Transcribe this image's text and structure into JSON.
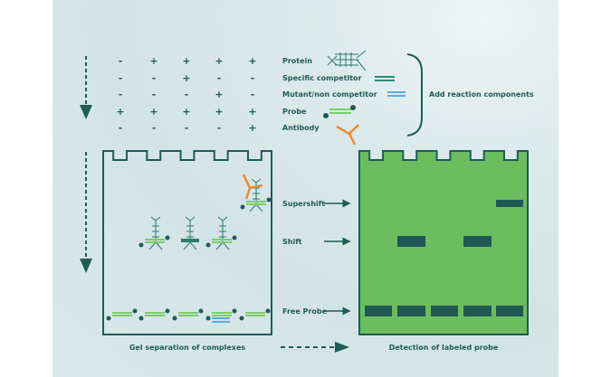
{
  "table": {
    "rows": [
      {
        "label": "Protein",
        "signs": [
          "-",
          "+",
          "+",
          "+",
          "+"
        ]
      },
      {
        "label": "Specific competitor",
        "signs": [
          "-",
          "-",
          "+",
          "-",
          "-"
        ]
      },
      {
        "label": "Mutant/non competitor",
        "signs": [
          "-",
          "-",
          "-",
          "+",
          "-"
        ]
      },
      {
        "label": "Probe",
        "signs": [
          "+",
          "+",
          "+",
          "+",
          "+"
        ]
      },
      {
        "label": "Antibody",
        "signs": [
          "-",
          "-",
          "-",
          "-",
          "+"
        ]
      }
    ],
    "bracket_label": "Add reaction components"
  },
  "gel_labels": {
    "supershift": "Supershift",
    "shift": "Shift",
    "free_probe": "Free Probe"
  },
  "captions": {
    "left": "Gel separation of complexes",
    "right": "Detection of labeled probe"
  },
  "colors": {
    "dark": "#1f5b57",
    "gel": "#6cbd5e",
    "probe": "#7ccc6a",
    "competitor": "#5aaed8",
    "antibody": "#ee8a2e"
  }
}
